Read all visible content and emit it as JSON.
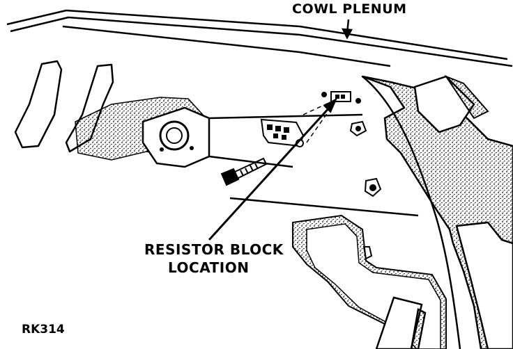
{
  "labels": {
    "cowl_plenum": "COWL PLENUM",
    "resistor_line1": "RESISTOR BLOCK",
    "resistor_line2": "LOCATION",
    "figure_id": "RK314"
  },
  "colors": {
    "ink": "#000000",
    "paper": "#ffffff"
  }
}
